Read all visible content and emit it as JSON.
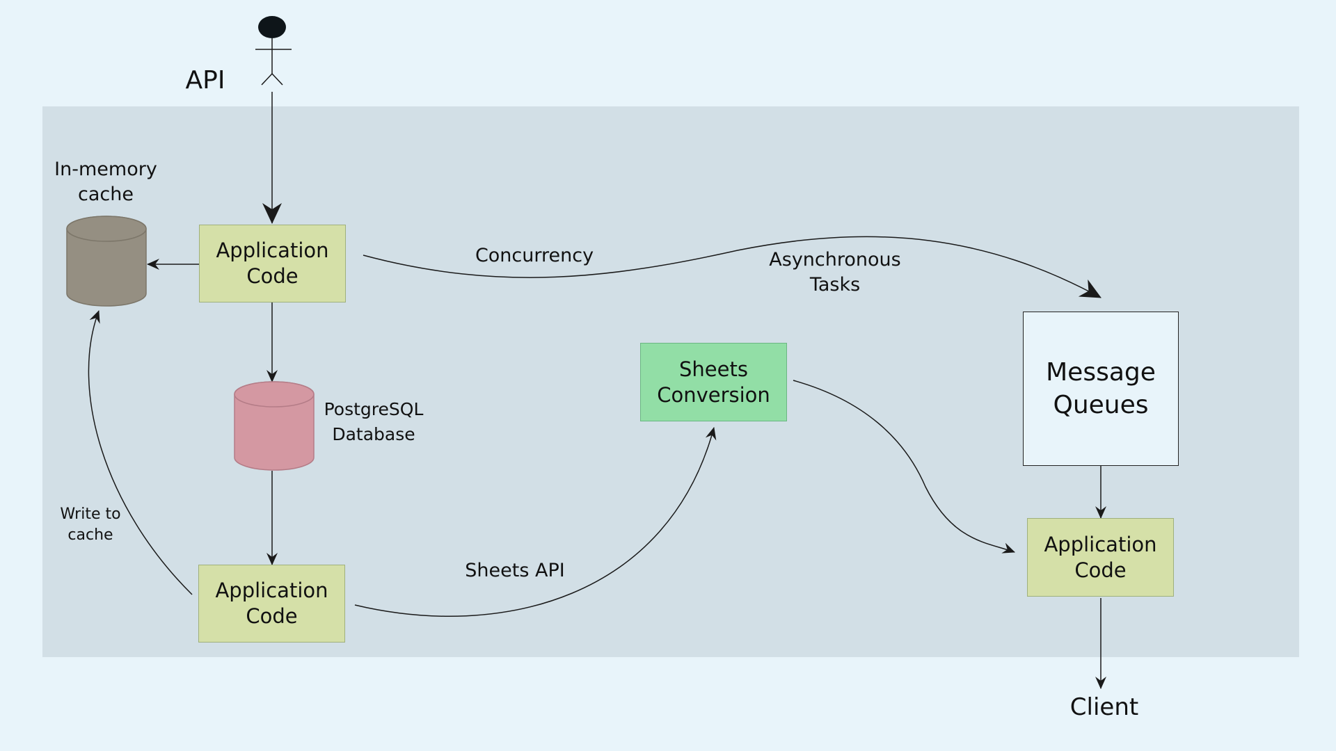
{
  "actor": {
    "label": "API"
  },
  "system_boundary": {},
  "nodes": {
    "app_code_top": {
      "label": "Application\nCode"
    },
    "app_code_bottom": {
      "label": "Application\nCode"
    },
    "app_code_right": {
      "label": "Application\nCode"
    },
    "sheets_conversion": {
      "label": "Sheets\nConversion"
    },
    "message_queues": {
      "label": "Message\nQueues"
    },
    "inmemory_cache": {
      "label": "In-memory\ncache",
      "color": "#958f82"
    },
    "postgres_db": {
      "label": "PostgreSQL\nDatabase",
      "color": "#d498a2"
    },
    "client": {
      "label": "Client"
    }
  },
  "edges": {
    "concurrency": {
      "label": "Concurrency"
    },
    "async_tasks": {
      "label": "Asynchronous\nTasks"
    },
    "sheets_api": {
      "label": "Sheets API"
    },
    "write_to_cache": {
      "label": "Write to\ncache"
    }
  },
  "colors": {
    "background": "#e8f4fa",
    "boundary": "#d2dfe6",
    "app_code": "#d5e0a8",
    "sheets_conversion": "#92dea6",
    "line": "#1a1a1a"
  }
}
